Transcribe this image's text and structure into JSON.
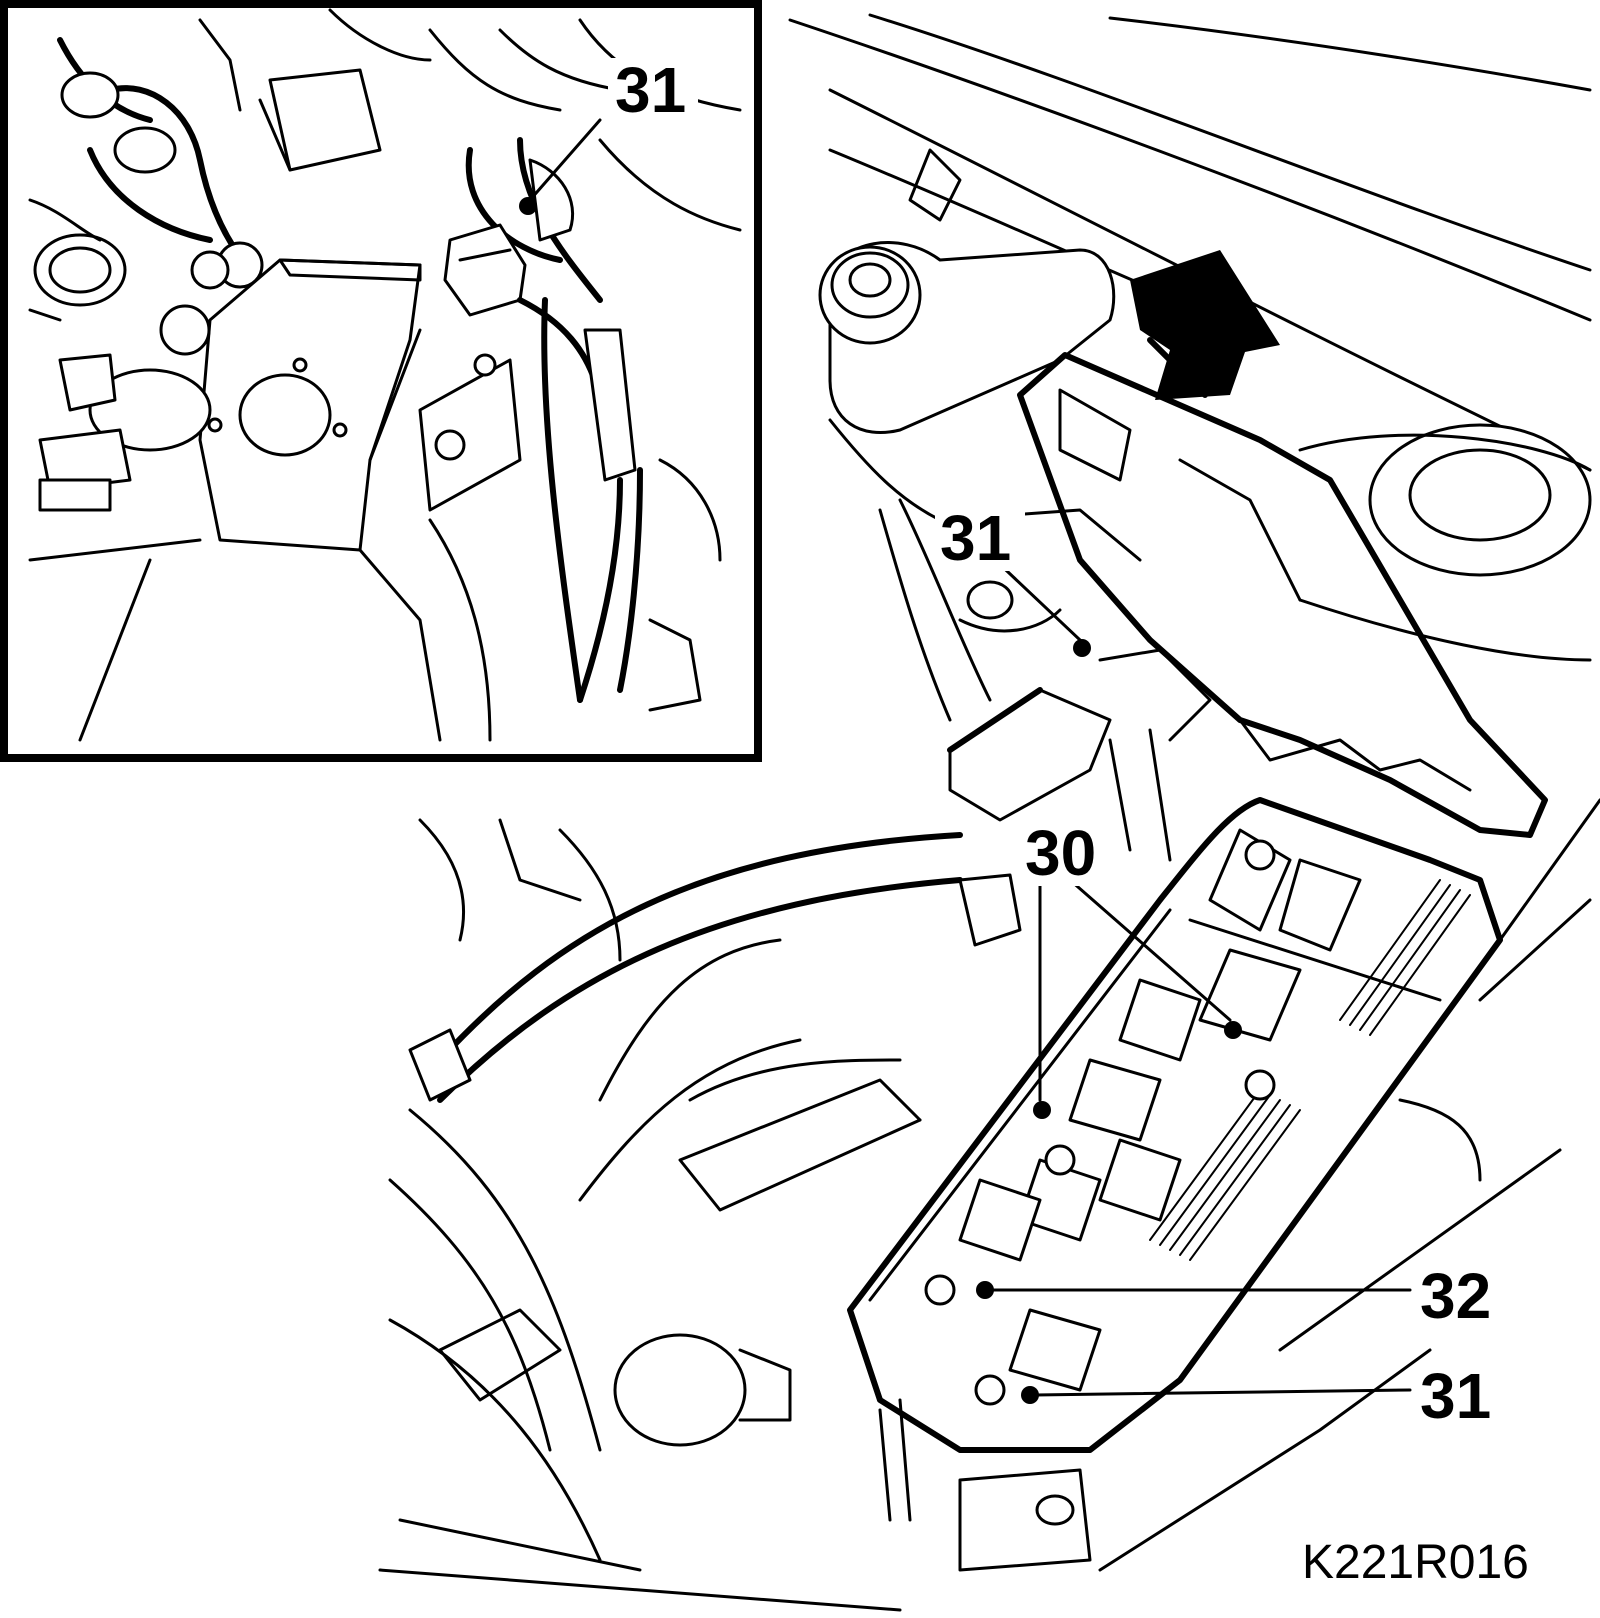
{
  "labels": {
    "inset_callout": "31",
    "upper_callout": "31",
    "center_callout": "30",
    "right_callout_upper": "32",
    "right_callout_lower": "31",
    "figure_code": "K221R016"
  }
}
